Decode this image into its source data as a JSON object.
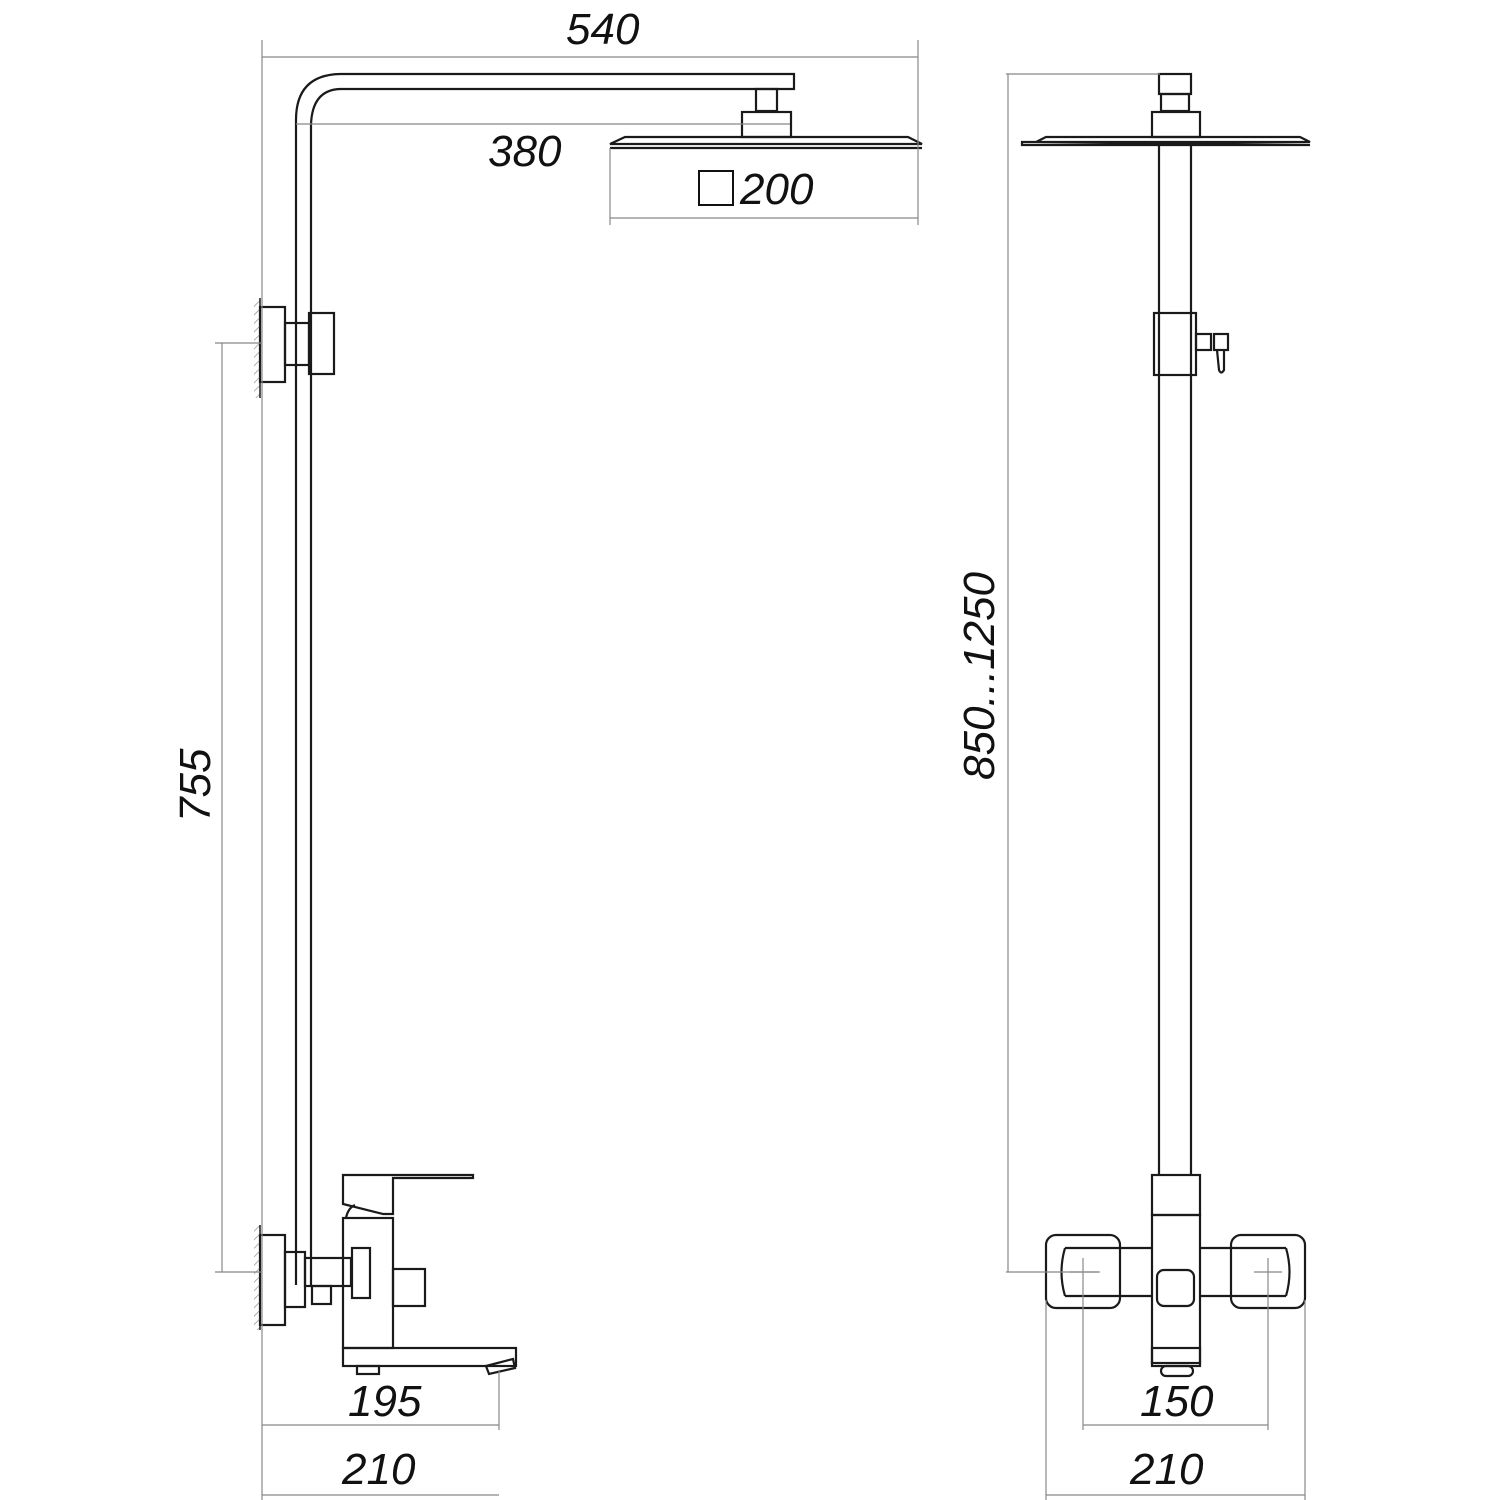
{
  "drawing": {
    "type": "technical dimension drawing",
    "subject": "shower system with bath mixer",
    "views": [
      "side view",
      "front view"
    ],
    "line_color": "#1a1a1a",
    "dimension_line_color": "#888888"
  },
  "side_view": {
    "dimensions": {
      "overall_reach": "540",
      "arm_length": "380",
      "head_size_symbol": "square",
      "head_size": "200",
      "mount_spacing": "755",
      "spout_reach": "195",
      "mixer_depth": "210"
    }
  },
  "front_view": {
    "dimensions": {
      "height_range": "850...1250",
      "inlet_spacing": "150",
      "mixer_width": "210"
    }
  }
}
